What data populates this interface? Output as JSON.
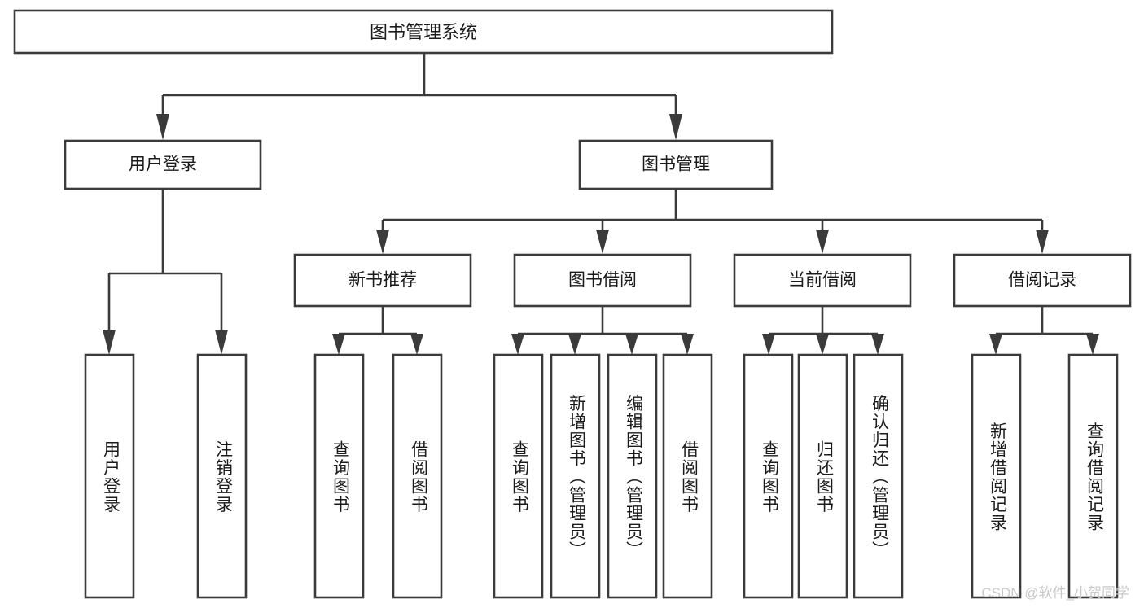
{
  "diagram": {
    "type": "tree",
    "title": "图书管理系统",
    "orientation": "top-down",
    "colors": {
      "box_stroke": "#3b3b3b",
      "box_fill": "#ffffff",
      "text": "#1b1b1b",
      "background": "#ffffff",
      "watermark": "#c9c9c9"
    },
    "root": {
      "label": "图书管理系统"
    },
    "level2": [
      {
        "label": "用户登录"
      },
      {
        "label": "图书管理"
      }
    ],
    "level3": [
      {
        "label": "新书推荐"
      },
      {
        "label": "图书借阅"
      },
      {
        "label": "当前借阅"
      },
      {
        "label": "借阅记录"
      }
    ],
    "leaves": {
      "user_login": [
        {
          "label": "用户登录"
        },
        {
          "label": "注销登录"
        }
      ],
      "new_book_recommend": [
        {
          "label": "查询图书"
        },
        {
          "label": "借阅图书"
        }
      ],
      "book_borrow": [
        {
          "label": "查询图书"
        },
        {
          "label": "新增图书（管理员）"
        },
        {
          "label": "编辑图书（管理员）"
        },
        {
          "label": "借阅图书"
        }
      ],
      "current_borrow": [
        {
          "label": "查询图书"
        },
        {
          "label": "归还图书"
        },
        {
          "label": "确认归还（管理员）"
        }
      ],
      "borrow_record": [
        {
          "label": "新增借阅记录"
        },
        {
          "label": "查询借阅记录"
        }
      ]
    }
  },
  "watermark": {
    "text": "CSDN @软件_小贺同学"
  }
}
